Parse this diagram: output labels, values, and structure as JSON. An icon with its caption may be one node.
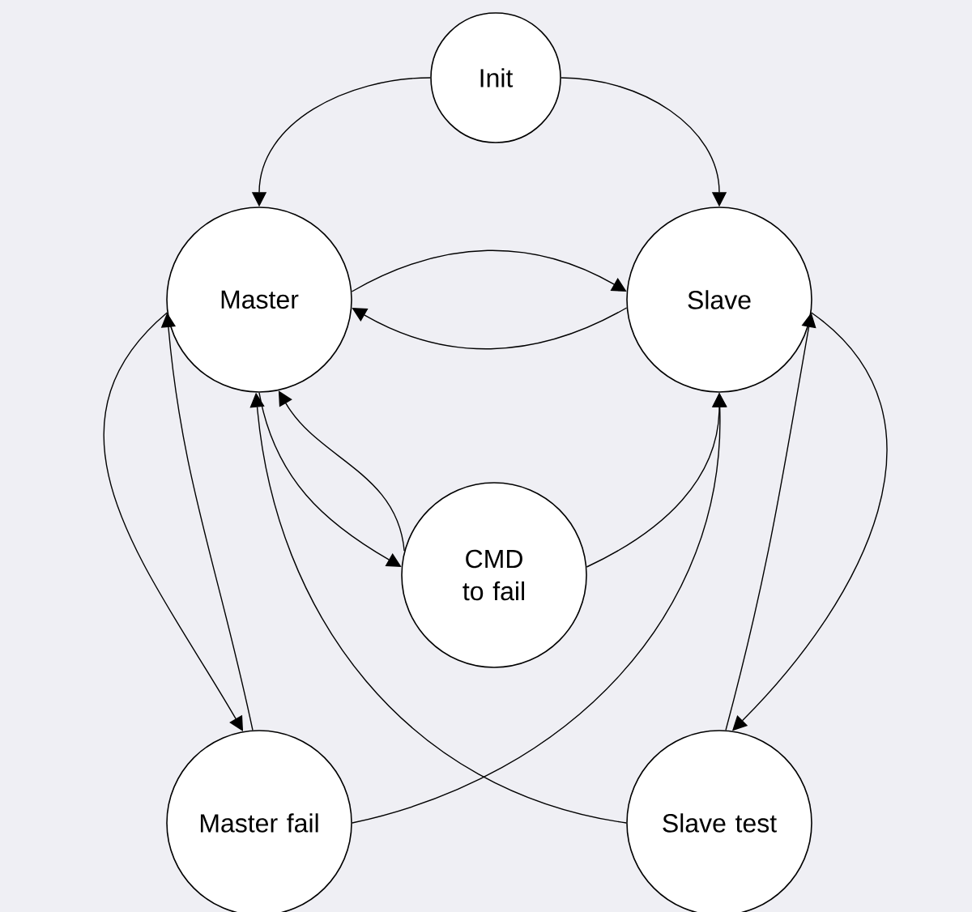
{
  "diagram": {
    "nodes": [
      {
        "text": [
          "Init"
        ]
      },
      {
        "text": [
          "Master"
        ]
      },
      {
        "text": [
          "Slave"
        ]
      },
      {
        "text": [
          "CMD to fail"
        ]
      },
      {
        "text": [
          "Master fail"
        ]
      },
      {
        "text": [
          "Slave test"
        ]
      }
    ],
    "edges": [
      {
        "from": 0,
        "to": 1,
        "arrow": "to"
      },
      {
        "from": 0,
        "to": 2,
        "arrow": "to"
      },
      {
        "from": 1,
        "to": 2,
        "arrow": "to"
      },
      {
        "from": 2,
        "to": 1,
        "arrow": "to"
      },
      {
        "from": 1,
        "to": 3,
        "arrow": "to"
      },
      {
        "from": 3,
        "to": 1,
        "arrow": "to"
      },
      {
        "from": 3,
        "to": 2,
        "arrow": "to"
      },
      {
        "from": 1,
        "to": 4,
        "arrow": "to"
      },
      {
        "from": 4,
        "to": 1,
        "arrow": "to"
      },
      {
        "from": 2,
        "to": 5,
        "arrow": "to"
      },
      {
        "from": 5,
        "to": 2,
        "arrow": "to"
      },
      {
        "from": 4,
        "to": 2,
        "arrow": "to"
      },
      {
        "from": 5,
        "to": 1,
        "arrow": "to"
      }
    ]
  }
}
